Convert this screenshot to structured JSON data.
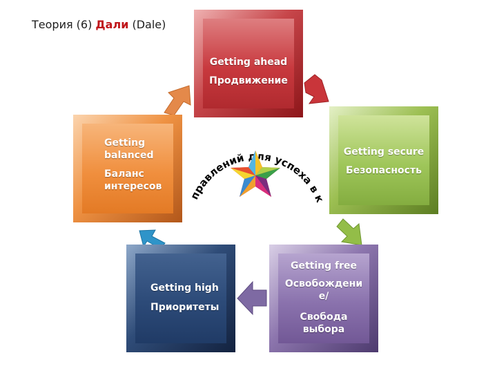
{
  "header": {
    "prefix": "Теория (6) ",
    "name": "Дали",
    "suffix": " (Dale)"
  },
  "blocks": {
    "ahead": {
      "en": "Getting ahead",
      "ru": "Продвижение",
      "color": "#c8393e"
    },
    "secure": {
      "en": "Getting secure",
      "ru": "Безопасность",
      "color": "#9fc65a"
    },
    "free": {
      "en": "Getting free",
      "ru_line1": "Освобождени",
      "ru_line2": "е/",
      "ru_line3": "Свобода",
      "ru_line4": "выбора",
      "color": "#8a72ad"
    },
    "high": {
      "en": "Getting high",
      "ru": "Приоритеты",
      "color": "#2c4a78"
    },
    "balanced": {
      "en_line1": "Getting",
      "en_line2": "balanced",
      "ru_line1": "Баланс",
      "ru_line2": "интересов",
      "color": "#f08f3e"
    }
  },
  "center": {
    "arc_text": "Пять направлений для успеха в карьере",
    "icon": "multicolor-star-icon"
  }
}
